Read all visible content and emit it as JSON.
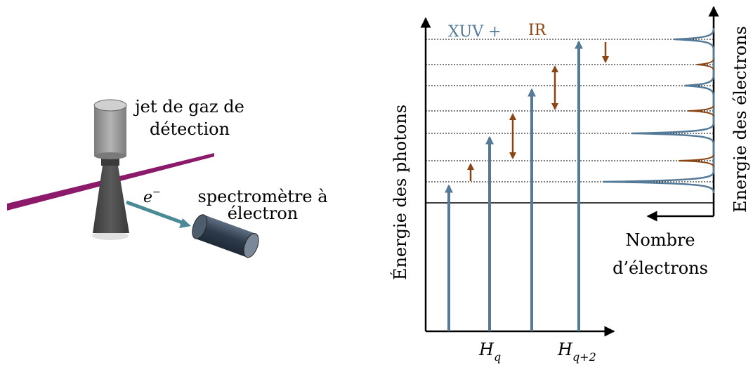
{
  "setup": {
    "gas_jet_label_line1": "jet de gaz de",
    "gas_jet_label_line2": "détection",
    "electron_label": "e",
    "electron_label_sup": "−",
    "spectrometer_label_line1": "spectromètre à",
    "spectrometer_label_line2": "électron",
    "colors": {
      "laser_beam": "#8b1a6b",
      "electron_arrow": "#4a8a96",
      "gas_jet_top": "#9e9e9e",
      "gas_jet_bottom": "#444444",
      "spectrometer": "#3d4b5c"
    }
  },
  "diagram": {
    "legend_xuv": "XUV +",
    "legend_ir": "IR",
    "y_axis_label": "Énergie des photons",
    "right_axis_label": "Energie des électrons",
    "electron_count_label_line1": "Nombre",
    "electron_count_label_line2": "d’électrons",
    "harmonic_label_1": "H",
    "harmonic_label_1_sub": "q",
    "harmonic_label_2": "H",
    "harmonic_label_2_sub": "q+2",
    "colors": {
      "xuv": "#557a98",
      "ir": "#8b4513",
      "axis": "#000000"
    }
  }
}
